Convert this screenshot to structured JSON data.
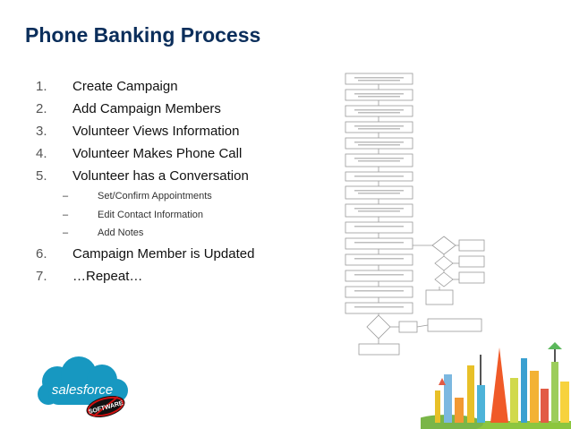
{
  "slide": {
    "title": "Phone Banking Process",
    "steps_before": [
      {
        "num": "1.",
        "text": "Create Campaign"
      },
      {
        "num": "2.",
        "text": "Add Campaign Members"
      },
      {
        "num": "3.",
        "text": "Volunteer Views Information"
      },
      {
        "num": "4.",
        "text": "Volunteer Makes Phone Call"
      },
      {
        "num": "5.",
        "text": "Volunteer has a Conversation"
      }
    ],
    "substeps": [
      {
        "dash": "–",
        "text": "Set/Confirm Appointments"
      },
      {
        "dash": "–",
        "text": "Edit Contact Information"
      },
      {
        "dash": "–",
        "text": "Add Notes"
      }
    ],
    "steps_after": [
      {
        "num": "6.",
        "text": "Campaign Member is Updated"
      },
      {
        "num": "7.",
        "text": "…Repeat…"
      }
    ]
  },
  "logo": {
    "brand": "salesforce",
    "sticker": "SOFTWARE"
  },
  "colors": {
    "title": "#0b2e5b",
    "cloud": "#1798c1",
    "flow_box": "#9a9a9a"
  }
}
